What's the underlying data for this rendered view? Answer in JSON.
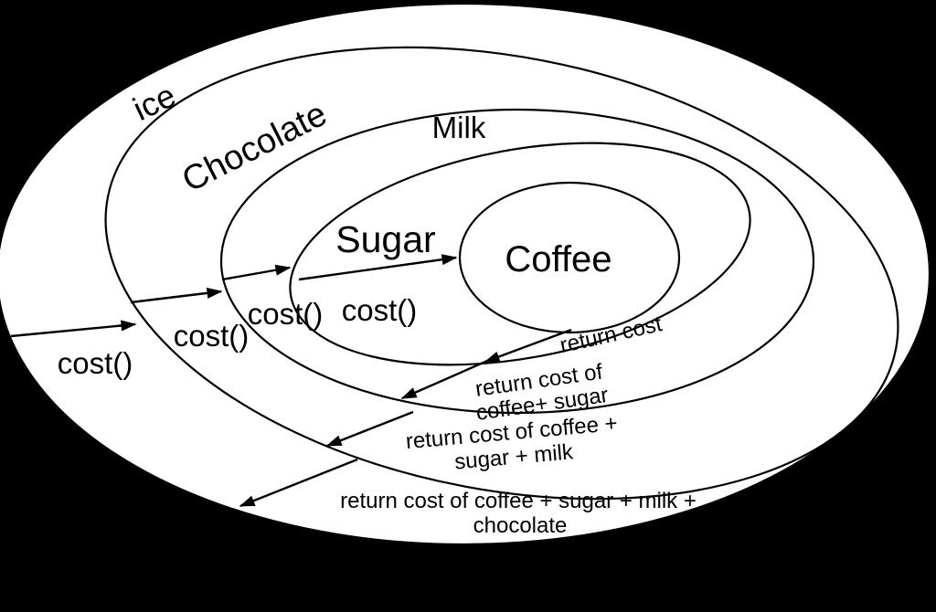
{
  "diagram": {
    "title_semantic": "nested cost-call ellipse diagram",
    "colors": {
      "background": "#000000",
      "ring_fill": "#ffffff",
      "line": "#000000"
    },
    "rings": {
      "outer": "ice",
      "ring2": "Chocolate",
      "ring3": "Milk",
      "ring4": "Sugar",
      "center": "Coffee"
    },
    "calls": {
      "c1": "cost()",
      "c2": "cost()",
      "c3": "cost()",
      "c4": "cost()"
    },
    "returns": {
      "r1": "return cost",
      "r2_line1": "return cost of",
      "r2_line2": "coffee+ sugar",
      "r3_line1": "return cost of coffee +",
      "r3_line2": "sugar + milk",
      "r4_line1": "return cost of coffee + sugar + milk +",
      "r4_line2": "chocolate"
    }
  }
}
